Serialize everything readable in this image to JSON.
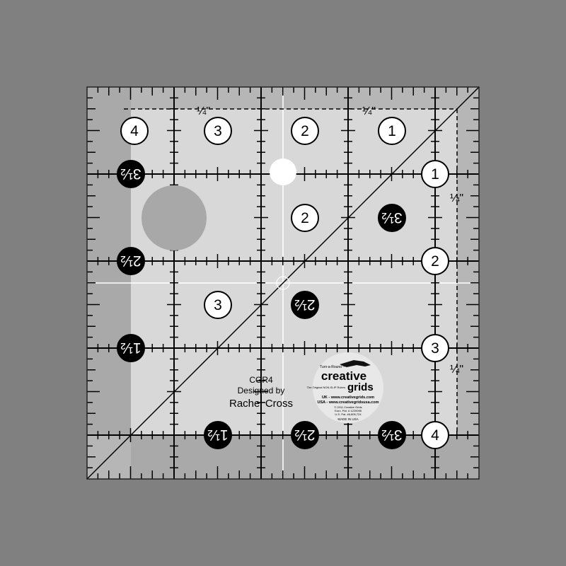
{
  "product": {
    "model": "CGR4",
    "designed_by_label": "Designed by",
    "designer": "Rachel Cross",
    "quarter_inch_label": "¼\"",
    "top_numbers": [
      "4",
      "3",
      "2",
      "1"
    ],
    "right_numbers": [
      "1",
      "2",
      "3",
      "4"
    ],
    "half_labels": [
      "3½",
      "2½",
      "1½"
    ],
    "inner_numbers": [
      "2",
      "3"
    ]
  },
  "logo": {
    "tagline_top": "Turn-a-Round™",
    "brand_line1": "creative",
    "brand_line2": "grids",
    "subtitle": "The Original NON-SLIP Rulers",
    "uk_url": "UK - www.creativegrids.com",
    "usa_url": "USA - www.creativegridsusa.com",
    "copyright": "© 2011 Creative Grids",
    "euro_patent": "Euro. Pat. # 1220098",
    "us_patent": "U.S. Pat. #6,805,724",
    "made_in": "MADE IN USA"
  },
  "colors": {
    "background": "#808080",
    "ruler_light": "#d6d6d6",
    "ruler_dark": "#b4b4b4",
    "ink": "#000000",
    "gray_circle": "#a8a8a8"
  }
}
